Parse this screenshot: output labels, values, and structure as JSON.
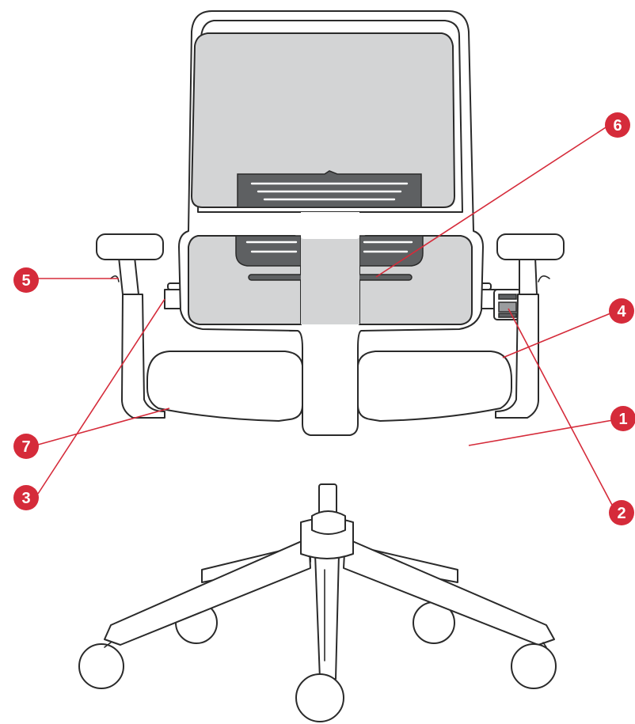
{
  "colors": {
    "callout": "#d52b3a",
    "mesh": "#d3d4d5",
    "outline": "#2a2a2a",
    "lumbar": "#5e6062"
  },
  "callouts": [
    {
      "id": "1",
      "label": "1"
    },
    {
      "id": "2",
      "label": "2"
    },
    {
      "id": "3",
      "label": "3"
    },
    {
      "id": "4",
      "label": "4"
    },
    {
      "id": "5",
      "label": "5"
    },
    {
      "id": "6",
      "label": "6"
    },
    {
      "id": "7",
      "label": "7"
    }
  ]
}
